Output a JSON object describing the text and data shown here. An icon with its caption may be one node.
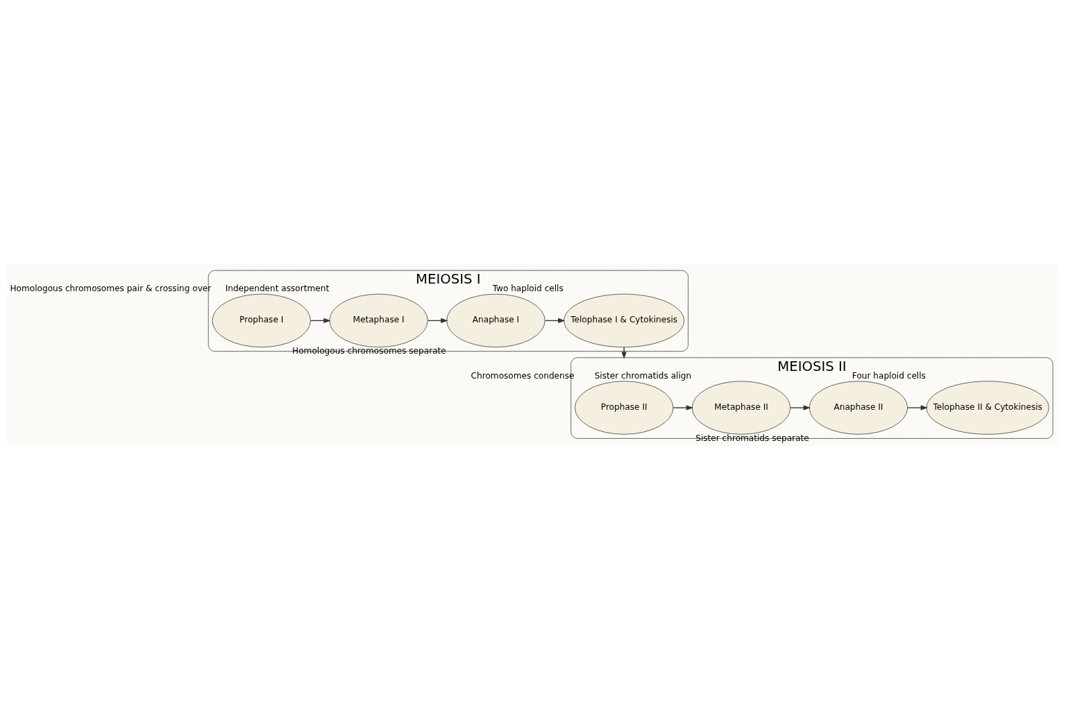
{
  "diagram": {
    "nodes": [
      {
        "text": [
          "MEIOSIS I"
        ]
      },
      {
        "text": [
          "Prophase I"
        ],
        "in": 0,
        "beside": [
          "Homologous chromosomes pair & crossing over"
        ]
      },
      {
        "text": [
          "Metaphase I"
        ],
        "in": 0,
        "beside": [
          "Independent assortment"
        ]
      },
      {
        "text": [
          "Anaphase I"
        ],
        "in": 0,
        "beside": [
          "Homologous chromosomes separate"
        ]
      },
      {
        "text": [
          "Telophase I & Cytokinesis"
        ],
        "in": 0,
        "beside": [
          "Two haploid cells"
        ]
      },
      {
        "text": [
          "MEIOSIS II"
        ]
      },
      {
        "text": [
          "Prophase II"
        ],
        "in": 5,
        "beside": [
          "Chromosomes condense"
        ]
      },
      {
        "text": [
          "Metaphase II"
        ],
        "in": 5,
        "beside": [
          "Sister chromatids align"
        ]
      },
      {
        "text": [
          "Anaphase II"
        ],
        "in": 5,
        "beside": [
          "Sister chromatids separate"
        ]
      },
      {
        "text": [
          "Telophase II & Cytokinesis"
        ],
        "in": 5,
        "beside": [
          "Four haploid cells"
        ]
      }
    ],
    "edges": [
      {
        "from": 1,
        "to": 2,
        "arrow": "to"
      },
      {
        "from": 2,
        "to": 3,
        "arrow": "to"
      },
      {
        "from": 3,
        "to": 4,
        "arrow": "to"
      },
      {
        "from": 4,
        "to": 5,
        "arrow": "to"
      },
      {
        "from": 6,
        "to": 7,
        "arrow": "to"
      },
      {
        "from": 7,
        "to": 8,
        "arrow": "to"
      },
      {
        "from": 8,
        "to": 9,
        "arrow": "to"
      }
    ]
  }
}
